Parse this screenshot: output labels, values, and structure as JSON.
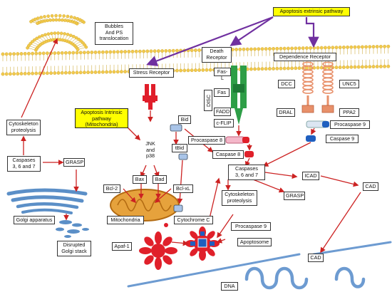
{
  "colors": {
    "membrane": "#f2c94c",
    "arrow_red": "#cc2222",
    "arrow_purple": "#7030a0",
    "highlight": "#ffff00",
    "mito": "#e6a23c",
    "golgi": "#5b8fc7",
    "dna": "#6d9bd1",
    "apaf": "#e0202a",
    "receptor_orange": "#e8906a",
    "death_green": "#2e9e47"
  },
  "labels": {
    "apoptosis_extrinsic": "Apoptosis extrinsic pathway",
    "bubbles": "Bubbles\nAnd PS\ntranslocation",
    "death_receptor": "Death\nReceptor",
    "dependence_receptor": "Dependence Receptor",
    "stress_receptor": "Stress Receptor",
    "fas_l": "Fas-L",
    "fas": "Fas",
    "disc": "DISC",
    "fadd": "FADD",
    "c_flip": "c-FLIP",
    "dcc": "DCC",
    "unc5": "UNC5",
    "dral": "DRAL",
    "ppa2": "PPA2",
    "procaspase9_top": "Procaspase 9",
    "caspase9": "Caspase 9",
    "procaspase8": "Procaspase 8",
    "caspase8": "Caspase 8",
    "bid": "Bid",
    "tbid": "tBid",
    "intrinsic": "Apoptosis Intrinsic\npathway\n(Mitochondria)",
    "jnk": "JNK\nand\np38",
    "cytoskeleton_proteolysis_left": "Cytoskeleton\nproteolysis",
    "caspases_left": "Caspases\n3, 6 and 7",
    "grasp_left": "GRASP",
    "golgi_apparatus": "Golgi apparatus",
    "disrupted_golgi": "Disrupted\nGolgi stack",
    "bax": "Bax",
    "bad": "Bad",
    "bcl2": "Bcl-2",
    "bclxl": "Bcl-xL",
    "mitochondria": "Mitochondria",
    "cytochrome_c": "Cytochrome C",
    "apaf1": "Apaf-1",
    "procaspase9_bottom": "Procaspase 9",
    "apoptosome": "Apoptosome",
    "caspases_right": "Caspases\n3, 6 and 7",
    "cytoskeleton_proteolysis_right": "Cytoskeleton\nproteolysis",
    "grasp_right": "GRASP",
    "icad": "ICAD",
    "cad_top": "CAD",
    "cad_bottom": "CAD",
    "dna": "DNA"
  }
}
